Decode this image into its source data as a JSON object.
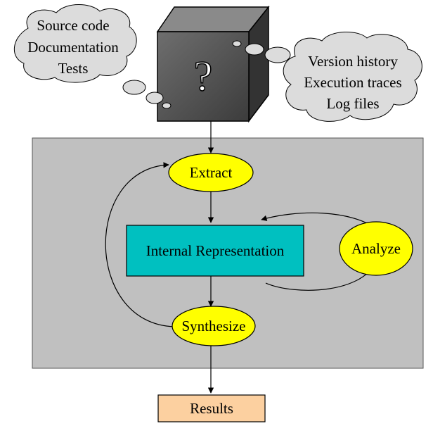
{
  "left_cloud": {
    "lines": [
      "Source code",
      "Documentation",
      "Tests"
    ]
  },
  "right_cloud": {
    "lines": [
      "Version history",
      "Execution traces",
      "Log files"
    ]
  },
  "cube": {
    "symbol": "?"
  },
  "nodes": {
    "extract": "Extract",
    "internal_representation": "Internal Representation",
    "analyze": "Analyze",
    "synthesize": "Synthesize",
    "results": "Results"
  },
  "colors": {
    "panel": "#c0c0c0",
    "node_ellipse": "#ffff00",
    "internal_box": "#00c0c0",
    "results_box": "#fcd0a0",
    "cloud": "#dcdcdc",
    "cube_front": "#5a5a5a",
    "cube_top": "#888888",
    "cube_side": "#3a3a3a"
  }
}
